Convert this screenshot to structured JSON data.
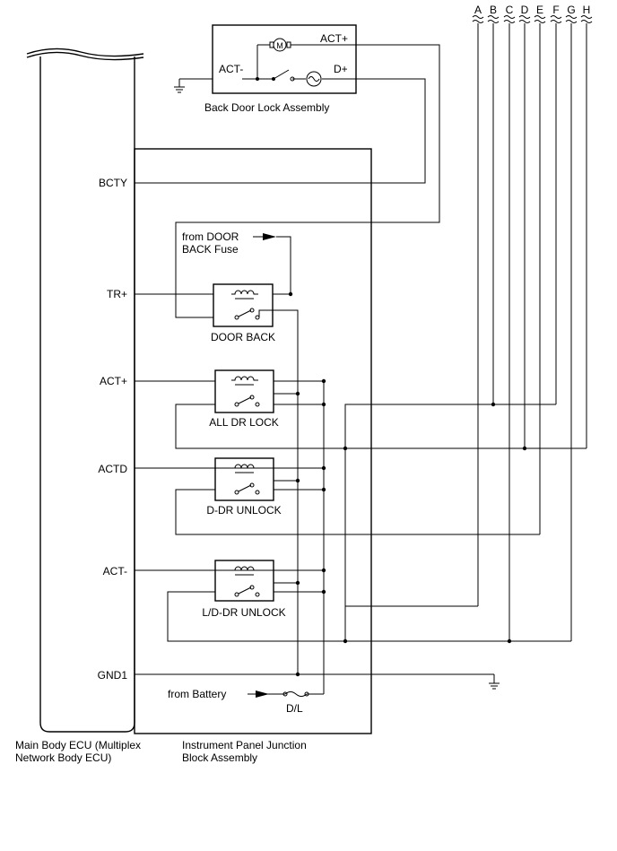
{
  "connectors": [
    "A",
    "B",
    "C",
    "D",
    "E",
    "F",
    "G",
    "H"
  ],
  "ecu": {
    "pins": {
      "bcty": "BCTY",
      "trp": "TR+",
      "actp": "ACT+",
      "actd": "ACTD",
      "actm": "ACT-",
      "gnd1": "GND1"
    },
    "label_line1": "Main Body ECU (Multiplex",
    "label_line2": "Network Body ECU)"
  },
  "backdoor": {
    "label": "Back Door Lock Assembly",
    "act_plus": "ACT+",
    "act_minus": "ACT-",
    "d_plus": "D+",
    "motor_symbol": "M"
  },
  "junction": {
    "label_line1": "Instrument Panel Junction",
    "label_line2": "Block Assembly",
    "fuse_in_line1": "from DOOR",
    "fuse_in_line2": "BACK Fuse",
    "battery_in": "from Battery",
    "fuse_name": "D/L",
    "relays": [
      "DOOR BACK",
      "ALL DR LOCK",
      "D-DR UNLOCK",
      "L/D-DR UNLOCK"
    ]
  }
}
